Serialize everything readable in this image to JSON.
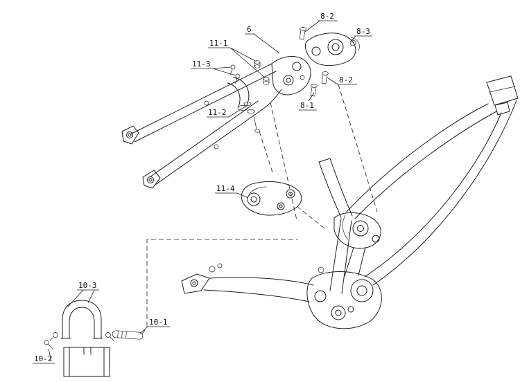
{
  "colors": {
    "background": "#ffffff",
    "line": "#1c1c1c"
  },
  "labels": {
    "l8_2_top": "8-2",
    "l8_3": "8-3",
    "l6": "6",
    "l11_1": "11-1",
    "l11_3": "11-3",
    "l8_2_mid": "8-2",
    "l11_2": "11-2",
    "l8_1": "8-1",
    "l11_4": "11-4",
    "l10_3": "10-3",
    "l10_1": "10-1",
    "l10_2": "10-2"
  }
}
